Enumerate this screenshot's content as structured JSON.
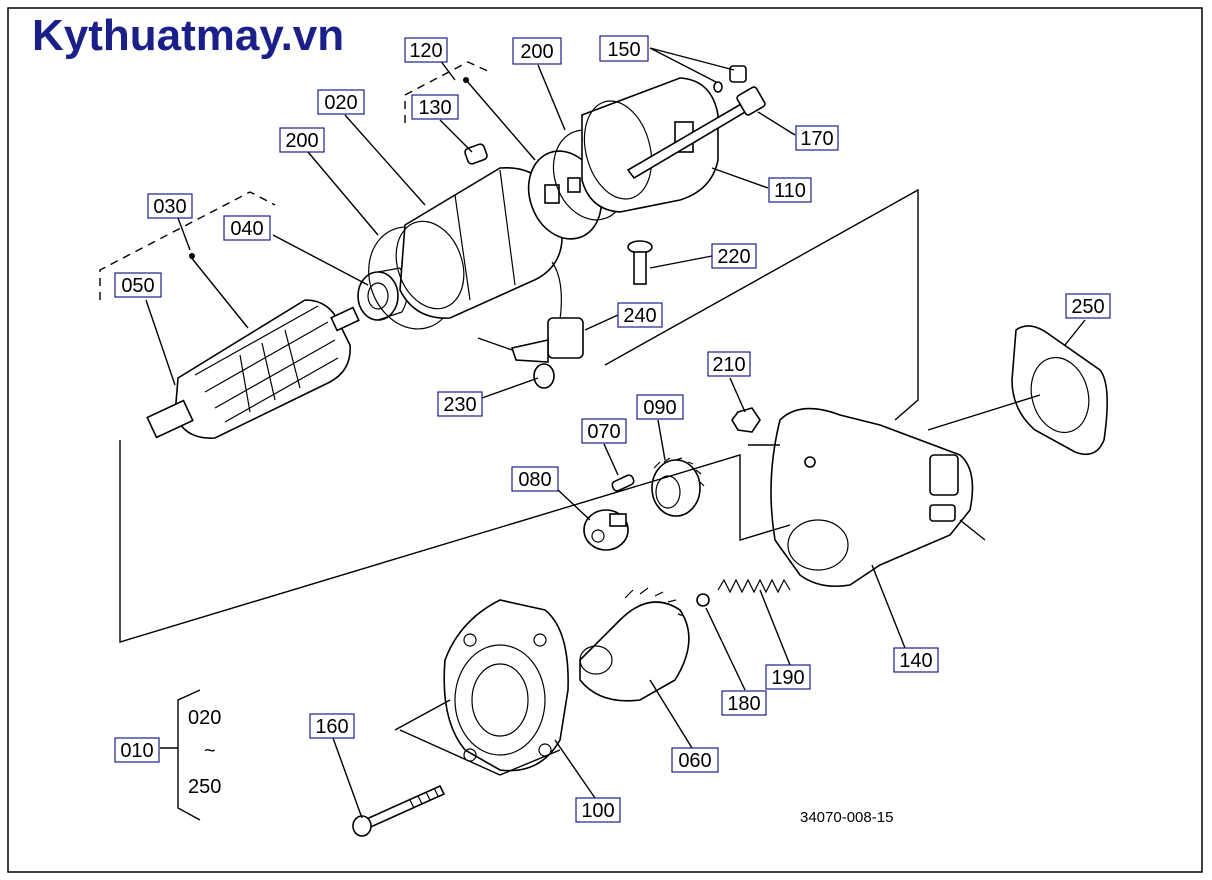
{
  "watermark": "Kythuatmay.vn",
  "drawing_code": "34070-008-15",
  "assembly": {
    "label": "010",
    "range_from": "020",
    "range_sep": "~",
    "range_to": "250"
  },
  "part_labels": {
    "p120": "120",
    "p200a": "200",
    "p150": "150",
    "p020": "020",
    "p130": "130",
    "p170": "170",
    "p200b": "200",
    "p110": "110",
    "p030": "030",
    "p040": "040",
    "p220": "220",
    "p050": "050",
    "p240": "240",
    "p250": "250",
    "p230": "230",
    "p210": "210",
    "p090": "090",
    "p070": "070",
    "p080": "080",
    "p140": "140",
    "p190": "190",
    "p180": "180",
    "p160": "160",
    "p060": "060",
    "p100": "100"
  }
}
